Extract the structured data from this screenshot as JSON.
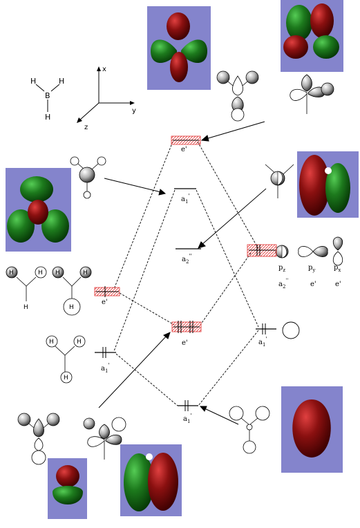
{
  "molecule": {
    "boron": "B",
    "hydrogen": "H"
  },
  "axes": {
    "x": "x",
    "y": "y",
    "z": "z"
  },
  "levels": {
    "e_prime_top": "e'",
    "a1_prime_upper": "a",
    "a1_prime_upper_sub": "1",
    "a1_prime_upper_sup": "'",
    "a2_double_prime": "a",
    "a2_double_prime_sub": "2",
    "a2_double_prime_sup": "''",
    "e_prime_mid": "e'",
    "e_prime_left": "e'",
    "a1_prime_left": "a",
    "a1_prime_left_sub": "1",
    "a1_prime_left_sup": "'",
    "a1_prime_right": "a",
    "a1_prime_right_sub": "1",
    "a1_prime_right_sup": "'",
    "a1_prime_bottom": "a",
    "a1_prime_bottom_sub": "1",
    "a1_prime_bottom_sup": "'"
  },
  "p_orbitals": {
    "pz": "p",
    "pz_sub": "z",
    "py": "p",
    "py_sub": "y",
    "px": "p",
    "px_sub": "x",
    "pz_sym": "a",
    "pz_sym_sub": "2",
    "pz_sym_sup": "''",
    "py_sym": "e'",
    "px_sym": "e'"
  },
  "colors": {
    "panel": "#8484cc",
    "lobe_red": "#8a1010",
    "lobe_green": "#1d7a1d",
    "highlight": "#e03030"
  }
}
